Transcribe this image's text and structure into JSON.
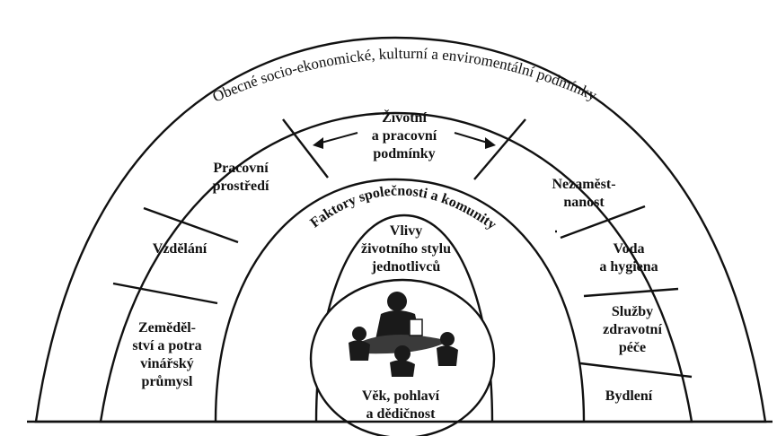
{
  "diagram": {
    "outer_layer_label": "Obecné socio-ekonomické, kulturní a enviromentální podmínky",
    "middle_layer_label": "Faktory společnosti a komunity",
    "living_conditions": {
      "title_line1": "Životní",
      "title_line2": "a pracovní",
      "title_line3": "podmínky"
    },
    "sectors_left": {
      "work_env_line1": "Pracovní",
      "work_env_line2": "prostředí",
      "education": "Vzdělání",
      "agri_line1": "Zeměděl-",
      "agri_line2": "ství a potra",
      "agri_line3": "vinářský",
      "agri_line4": "průmysl"
    },
    "sectors_right": {
      "unemp_line1": "Nezaměst-",
      "unemp_line2": "nanost",
      "water_line1": "Voda",
      "water_line2": "a hygiena",
      "health_line1": "Služby",
      "health_line2": "zdravotní",
      "health_line3": "péče",
      "housing": "Bydlení"
    },
    "lifestyle": {
      "line1": "Vlivy",
      "line2": "životního stylu",
      "line3": "jednotlivců"
    },
    "core": {
      "line1": "Věk, pohlaví",
      "line2": "a dědičnost",
      "illustration": "people-group-icon"
    }
  }
}
